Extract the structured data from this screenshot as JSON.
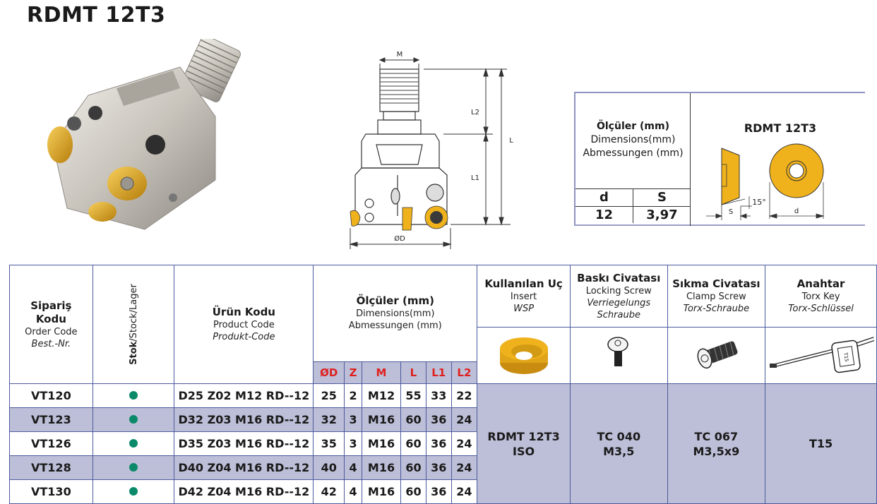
{
  "title": "RDMT 12T3",
  "drawing_labels": {
    "m": "M",
    "l2": "L2",
    "l1": "L1",
    "l": "L",
    "od": "ØD"
  },
  "insert_spec": {
    "header_tr": "Ölçüler (mm)",
    "header_en": "Dimensions(mm)",
    "header_de": "Abmessungen (mm)",
    "insert_name": "RDMT 12T3",
    "col_d": "d",
    "col_s": "S",
    "val_d": "12",
    "val_s": "3,97",
    "angle_label": "15°",
    "dim_s_label": "S",
    "dim_d_label": "d"
  },
  "table": {
    "headers": {
      "order_tr": "Sipariş Kodu",
      "order_en": "Order Code",
      "order_de": "Best.-Nr.",
      "stock_bold": "Stok",
      "stock_rest": "/Stock/Lager",
      "product_tr": "Ürün Kodu",
      "product_en": "Product Code",
      "product_de": "Produkt-Code",
      "dims_tr": "Ölçüler (mm)",
      "dims_en": "Dimensions(mm)",
      "dims_de": "Abmessungen (mm)",
      "insert_tr": "Kullanılan Uç",
      "insert_en": "Insert",
      "insert_de": "WSP",
      "locking_tr": "Baskı Civatası",
      "locking_en": "Locking Screw",
      "locking_de1": "Verriegelungs",
      "locking_de2": "Schraube",
      "clamp_tr": "Sıkma Civatası",
      "clamp_en": "Clamp Screw",
      "clamp_de": "Torx-Schraube",
      "key_tr": "Anahtar",
      "key_en": "Torx Key",
      "key_de": "Torx-Schlüssel"
    },
    "dim_columns": [
      "ØD",
      "Z",
      "M",
      "L",
      "L1",
      "L2"
    ],
    "rows": [
      {
        "order": "VT120",
        "in_stock": true,
        "product": "D25 Z02 M12 RD--12",
        "od": "25",
        "z": "2",
        "m": "M12",
        "l": "55",
        "l1": "33",
        "l2": "22"
      },
      {
        "order": "VT123",
        "in_stock": true,
        "product": "D32 Z03 M16 RD--12",
        "od": "32",
        "z": "3",
        "m": "M16",
        "l": "60",
        "l1": "36",
        "l2": "24"
      },
      {
        "order": "VT126",
        "in_stock": true,
        "product": "D35 Z03 M16 RD--12",
        "od": "35",
        "z": "3",
        "m": "M16",
        "l": "60",
        "l1": "36",
        "l2": "24"
      },
      {
        "order": "VT128",
        "in_stock": true,
        "product": "D40 Z04 M16 RD--12",
        "od": "40",
        "z": "4",
        "m": "M16",
        "l": "60",
        "l1": "36",
        "l2": "24"
      },
      {
        "order": "VT130",
        "in_stock": true,
        "product": "D42 Z04 M16 RD--12",
        "od": "42",
        "z": "4",
        "m": "M16",
        "l": "60",
        "l1": "36",
        "l2": "24"
      }
    ],
    "accessories": {
      "insert_line1": "RDMT 12T3",
      "insert_line2": "ISO",
      "locking_line1": "TC 040",
      "locking_line2": "M3,5",
      "clamp_line1": "TC 067",
      "clamp_line2": "M3,5x9",
      "key": "T15",
      "key_label_on_icon": "T15"
    }
  },
  "colors": {
    "border": "#4c5a9e",
    "shade": "#bcbfd7",
    "dim_header_text": "#e0201f",
    "stock_dot": "#0b8a6a",
    "insert_gold": "#f0b21c"
  }
}
